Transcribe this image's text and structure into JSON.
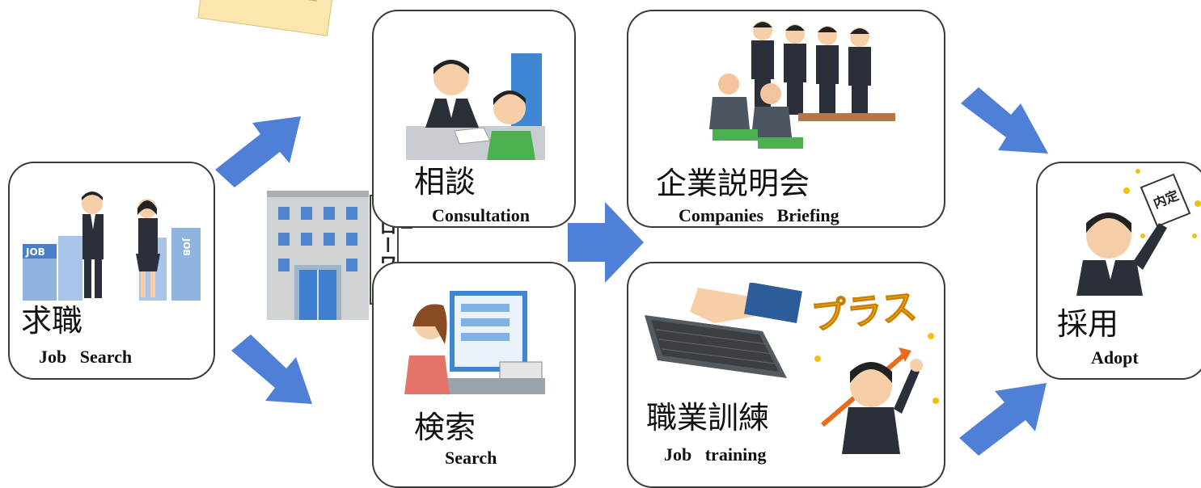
{
  "steps": {
    "job_search": {
      "jp": "求職",
      "en": "Job   Search"
    },
    "consultation": {
      "jp": "相談",
      "en": "Consultation"
    },
    "search": {
      "jp": "検索",
      "en": "Search"
    },
    "briefing": {
      "jp": "企業説明会",
      "en": "Companies   Briefing"
    },
    "training": {
      "jp": "職業訓練",
      "en": "Job   training"
    },
    "adopt": {
      "jp": "採用",
      "en": "Adopt"
    }
  },
  "hello_work": {
    "sign": "ハローワーク"
  },
  "illustrations": {
    "job_sign": "JOB",
    "plus": "プラス",
    "offer_card": "内定"
  },
  "colors": {
    "arrow": "#4f7fd6",
    "box_border": "#3a3a3a",
    "building": "#4f86cf"
  }
}
